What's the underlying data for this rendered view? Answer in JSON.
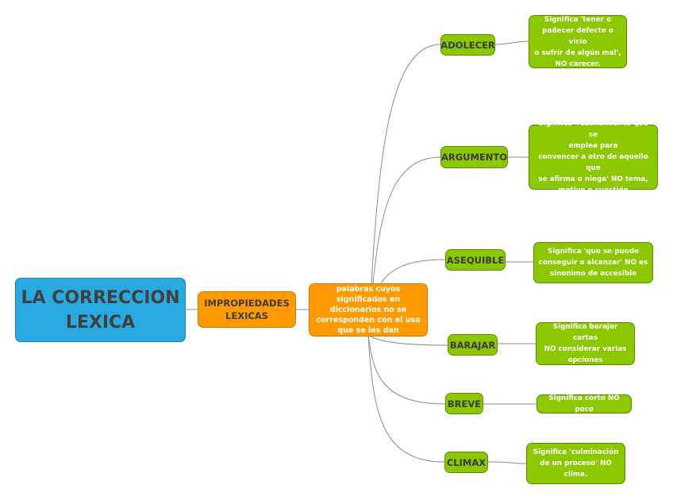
{
  "root": {
    "label": "LA CORRECCION\nLEXICA"
  },
  "category": {
    "label": "IMPROPIEDADES\nLEXICAS"
  },
  "definition_node": {
    "label": "palabras cuyos significados en diccionarios no se corresponden con el uso que se les dan"
  },
  "terms": [
    {
      "label": "ADOLECER",
      "definition": "Significa 'tener o\npadecer defecto o vicio\no sufrir de algún mal',\nNO carecer."
    },
    {
      "label": "ARGUMENTO",
      "definition": "Significa 'razonamiento que se\nemplea para\nconvencer a otro de aquello que\nse afirma o niega' NO tema,\nmotivo o cuestión"
    },
    {
      "label": "ASEQUIBLE",
      "definition": "Significa 'que se puede\nconseguir o alcanzar' NO es\nsinonimo de accesible"
    },
    {
      "label": "BARAJAR",
      "definition": "Significa barajar cartas\nNO considerar varias\nopciones"
    },
    {
      "label": "BREVE",
      "definition": "Significa corto NO poco"
    },
    {
      "label": "CLIMAX",
      "definition": "Significa 'culminación\nde un proceso' NO\nclima."
    }
  ],
  "colors": {
    "root": "#29a9e1",
    "orange": "#ff9a00",
    "green": "#8bc800",
    "connector": "#8c8c8c"
  }
}
